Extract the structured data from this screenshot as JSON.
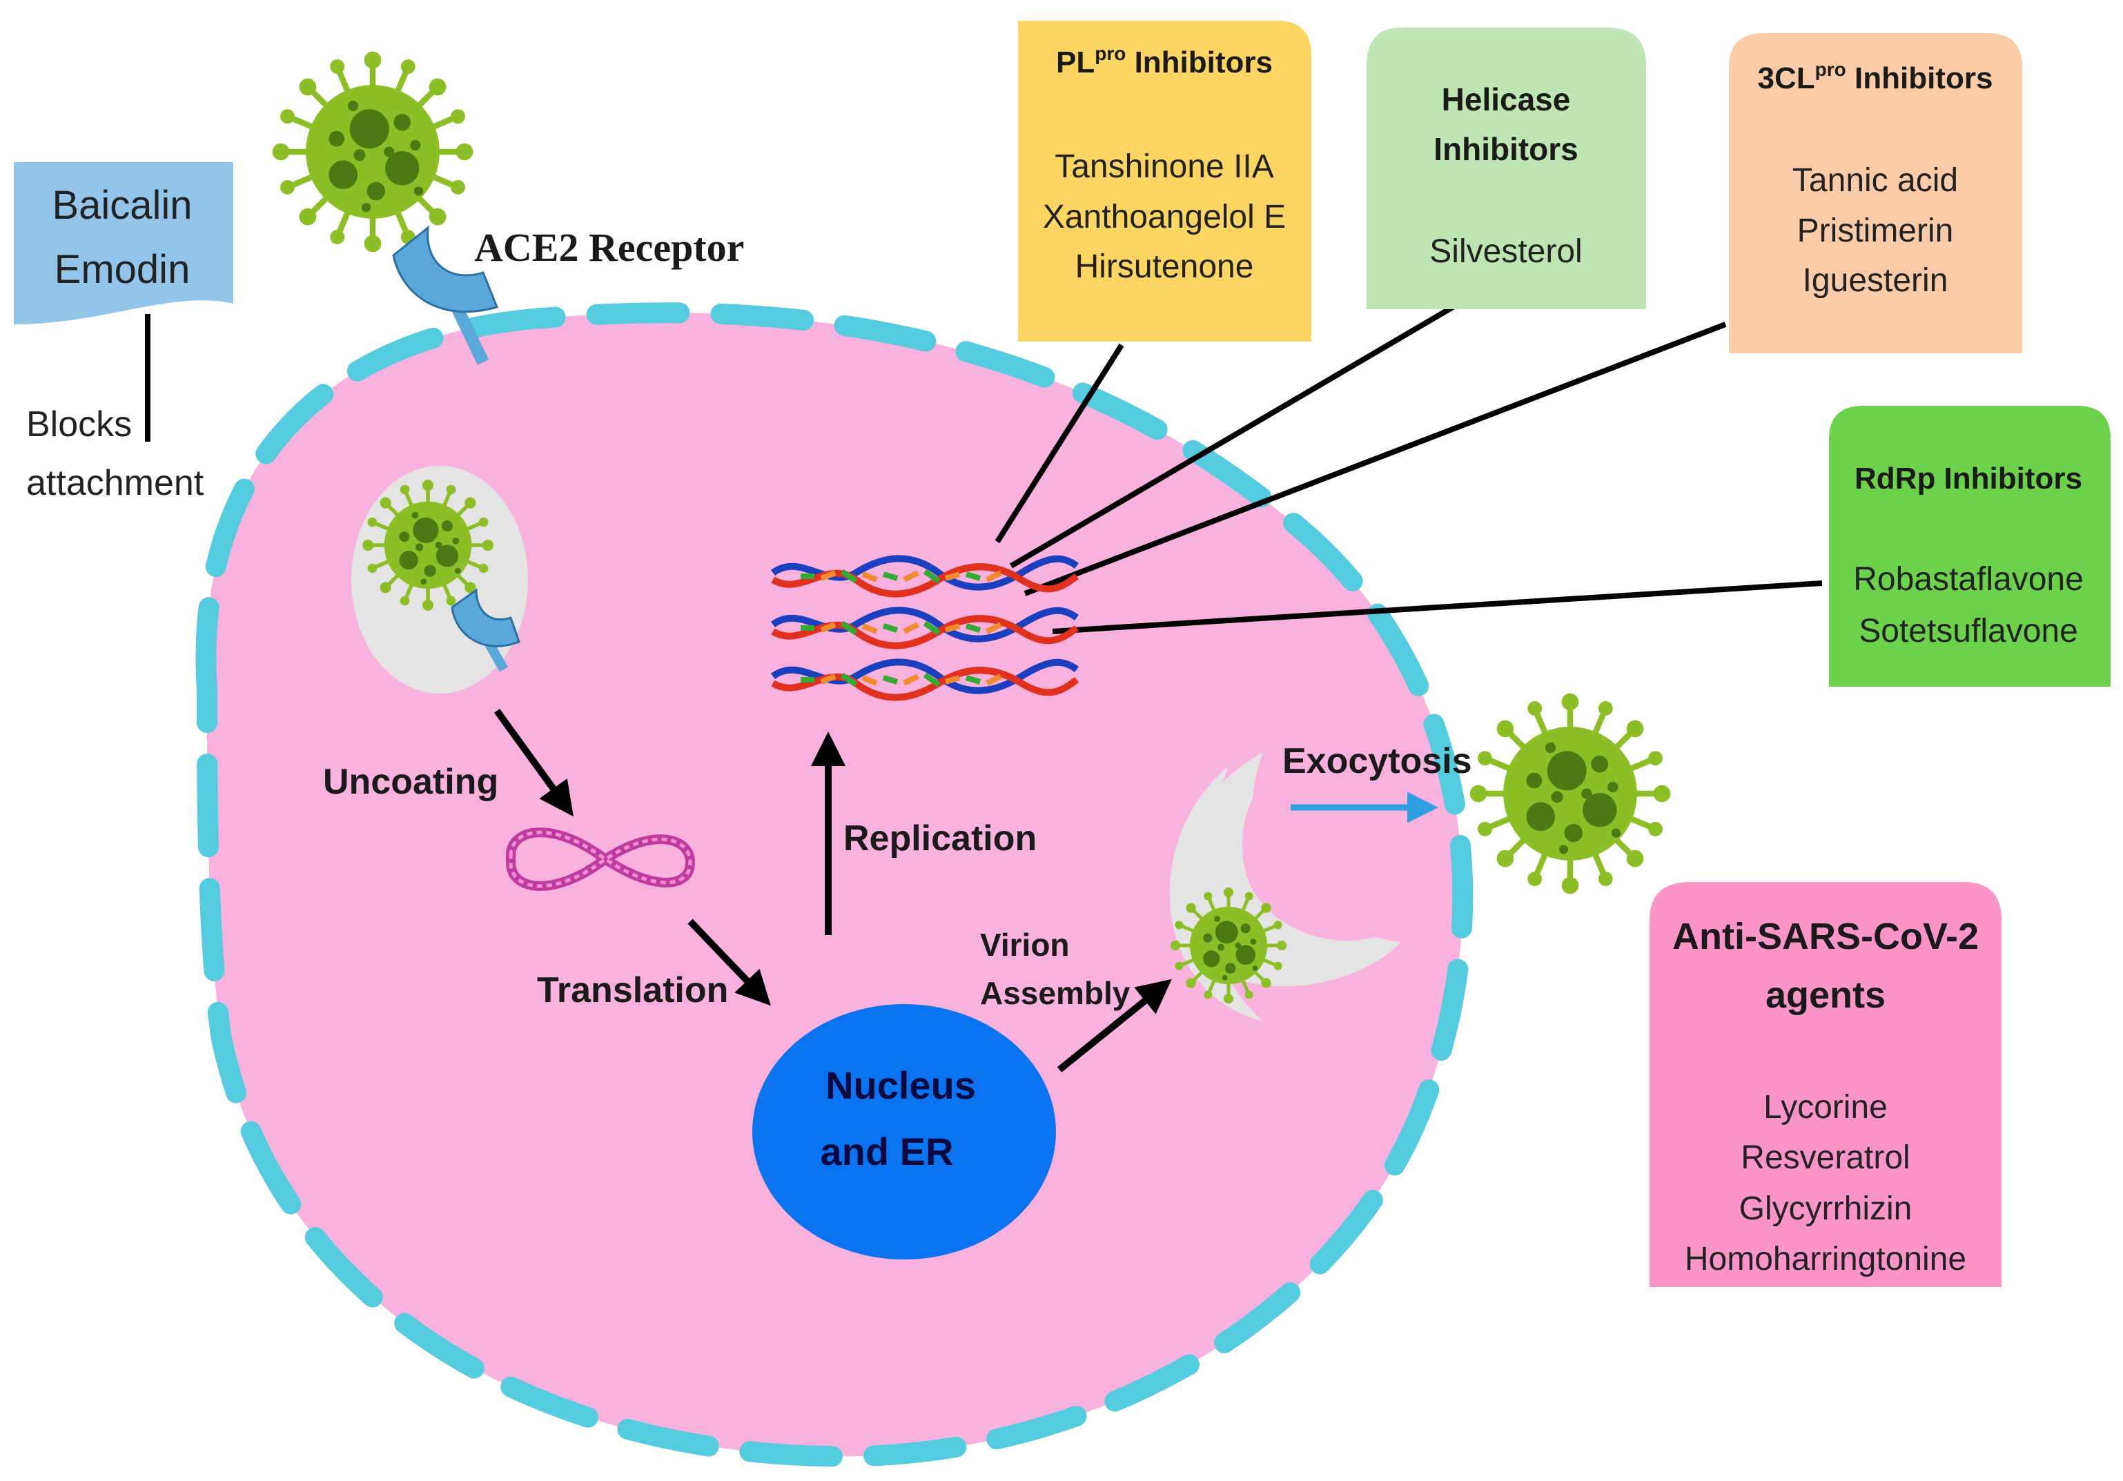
{
  "colors": {
    "cell_fill": "#f9b1dd",
    "membrane": "#55cbe0",
    "nucleus": "#0a73f0",
    "virus": "#8cbf26",
    "virus_spot": "#4b7a14",
    "plpro_box": "#fdd562",
    "helicase_box": "#bfe5b3",
    "clpro_box": "#fbcba8",
    "rdrp_box": "#6dd24b",
    "anti_box": "#fb95c8",
    "baicalin_box": "#92c5e9",
    "receptor": "#5aa7d9",
    "exocytosis_arrow": "#2e9fe0"
  },
  "labels": {
    "ace2_receptor": "ACE2 Receptor",
    "blocks_line1": "Blocks",
    "blocks_line2": "attachment",
    "uncoating": "Uncoating",
    "translation": "Translation",
    "replication": "Replication",
    "virion_line1": "Virion",
    "virion_line2": "Assembly",
    "exocytosis": "Exocytosis",
    "nucleus_line1": "Nucleus",
    "nucleus_line2": "and ER"
  },
  "boxes": {
    "baicalin": {
      "items": [
        "Baicalin",
        "Emodin"
      ]
    },
    "plpro": {
      "title_prefix": "PL",
      "title_sup": "pro",
      "title_suffix": " Inhibitors",
      "items": [
        "Tanshinone IIA",
        "Xanthoangelol E",
        "Hirsutenone"
      ]
    },
    "helicase": {
      "title_line1": "Helicase",
      "title_line2": "Inhibitors",
      "items": [
        "Silvesterol"
      ]
    },
    "clpro": {
      "title_prefix": "3CL",
      "title_sup": "pro",
      "title_suffix": " Inhibitors",
      "items": [
        "Tannic acid",
        "Pristimerin",
        "Iguesterin"
      ]
    },
    "rdrp": {
      "title": "RdRp Inhibitors",
      "items": [
        "Robastaflavone",
        "Sotetsuflavone"
      ]
    },
    "anti": {
      "title_line1": "Anti-SARS-CoV-2",
      "title_line2": "agents",
      "items": [
        "Lycorine",
        "Resveratrol",
        "Glycyrrhizin",
        "Homoharringtonine"
      ]
    }
  }
}
